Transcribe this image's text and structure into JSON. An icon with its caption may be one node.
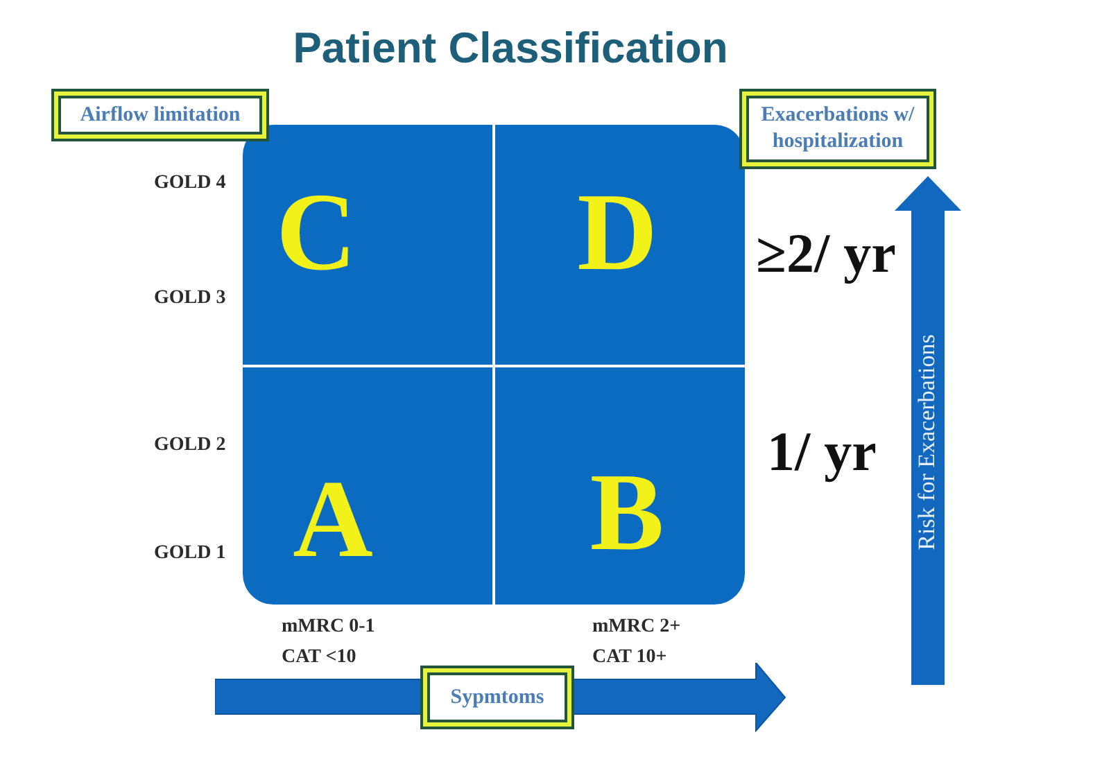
{
  "diagram": {
    "title": "Patient Classification",
    "nodes": [
      {
        "text": [
          "Airflow limitation"
        ]
      },
      {
        "text": [
          "Exacerbations w/ hospitalization"
        ]
      },
      {
        "text": [
          "C"
        ]
      },
      {
        "text": [
          "D"
        ]
      },
      {
        "text": [
          "A"
        ]
      },
      {
        "text": [
          "B"
        ]
      },
      {
        "text": [
          "Risk for Exacerbations"
        ]
      },
      {
        "text": [
          "Sypmtoms"
        ]
      }
    ],
    "labels": [
      "GOLD 4",
      "≥2/ yr",
      "GOLD 3",
      "1/ yr",
      "GOLD 2",
      "GOLD 1",
      "mMRC 0-1",
      "CAT <10",
      "mMRC 2+",
      "CAT 10+"
    ]
  }
}
